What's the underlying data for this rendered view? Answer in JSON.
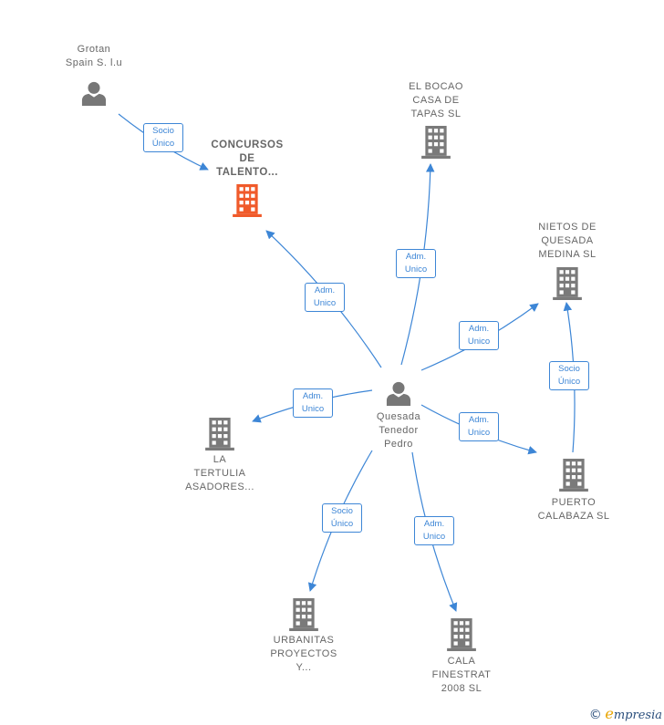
{
  "colors": {
    "edge": "#3d86d6",
    "building_gray": "#7a7a7a",
    "building_focus": "#f05a2a",
    "person_gray": "#777777"
  },
  "nodes": [
    {
      "id": "grotan",
      "type": "person",
      "lines": [
        "Grotan",
        "Spain S. l.u"
      ]
    },
    {
      "id": "concursos",
      "type": "company-focus",
      "lines": [
        "CONCURSOS",
        "DE",
        "TALENTO..."
      ]
    },
    {
      "id": "bocao",
      "type": "company",
      "lines": [
        "EL BOCAO",
        "CASA DE",
        "TAPAS SL"
      ]
    },
    {
      "id": "nietos",
      "type": "company",
      "lines": [
        "NIETOS DE",
        "QUESADA",
        "MEDINA  SL"
      ]
    },
    {
      "id": "quesada",
      "type": "person",
      "lines": [
        "Quesada",
        "Tenedor",
        "Pedro"
      ]
    },
    {
      "id": "tertulia",
      "type": "company",
      "lines": [
        "LA",
        "TERTULIA",
        "ASADORES..."
      ]
    },
    {
      "id": "puerto",
      "type": "company",
      "lines": [
        "PUERTO",
        "CALABAZA  SL"
      ]
    },
    {
      "id": "urbanitas",
      "type": "company",
      "lines": [
        "URBANITAS",
        "PROYECTOS",
        "Y..."
      ]
    },
    {
      "id": "cala",
      "type": "company",
      "lines": [
        "CALA",
        "FINESTRAT",
        "2008  SL"
      ]
    }
  ],
  "edges": [
    {
      "from": "grotan",
      "to": "concursos",
      "lines": [
        "Socio",
        "Único"
      ]
    },
    {
      "from": "quesada",
      "to": "concursos",
      "lines": [
        "Adm.",
        "Unico"
      ]
    },
    {
      "from": "quesada",
      "to": "bocao",
      "lines": [
        "Adm.",
        "Unico"
      ]
    },
    {
      "from": "quesada",
      "to": "nietos",
      "lines": [
        "Adm.",
        "Unico"
      ]
    },
    {
      "from": "quesada",
      "to": "tertulia",
      "lines": [
        "Adm.",
        "Unico"
      ]
    },
    {
      "from": "quesada",
      "to": "puerto",
      "lines": [
        "Adm.",
        "Unico"
      ]
    },
    {
      "from": "puerto",
      "to": "nietos",
      "lines": [
        "Socio",
        "Único"
      ]
    },
    {
      "from": "quesada",
      "to": "urbanitas",
      "lines": [
        "Socio",
        "Único"
      ]
    },
    {
      "from": "quesada",
      "to": "cala",
      "lines": [
        "Adm.",
        "Unico"
      ]
    }
  ],
  "footer": {
    "copyright": "©",
    "brand_initial": "e",
    "brand_rest": "mpresia"
  }
}
